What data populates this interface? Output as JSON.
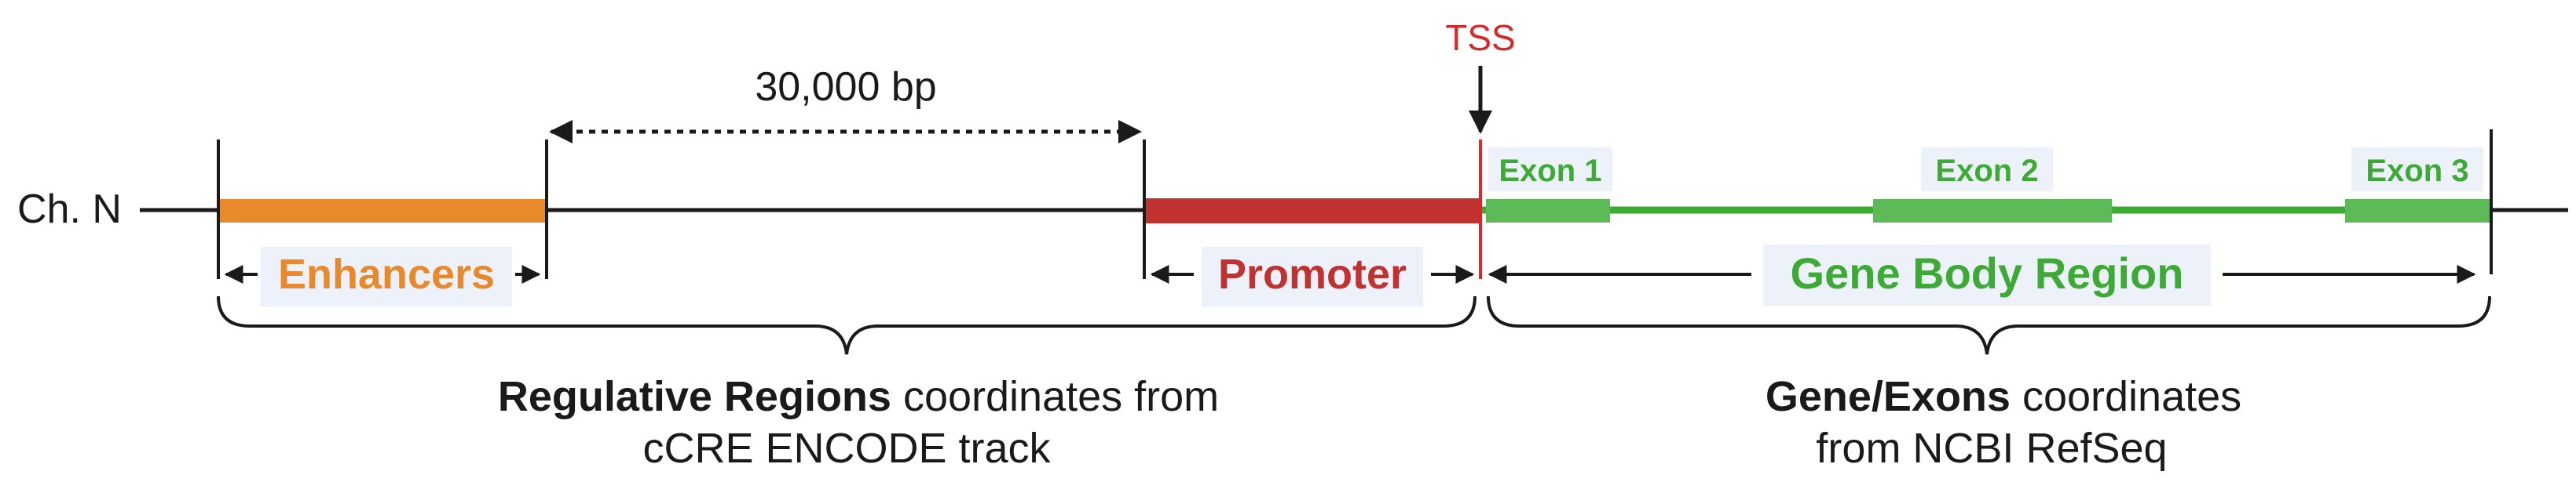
{
  "chromosome_label": "Ch. N",
  "distance_label": "30,000 bp",
  "tss_label": "TSS",
  "exons": [
    {
      "label": "Exon 1"
    },
    {
      "label": "Exon 2"
    },
    {
      "label": "Exon 3"
    }
  ],
  "regions": {
    "enhancers": "Enhancers",
    "promoter": "Promoter",
    "gene_body": "Gene Body Region"
  },
  "captions": {
    "regulatory": {
      "bold": "Regulative Regions",
      "rest_line1": " coordinates from",
      "line2": "cCRE ENCODE track"
    },
    "gene": {
      "bold": "Gene/Exons",
      "rest_line1": " coordinates",
      "line2": "from NCBI RefSeq"
    }
  },
  "colors": {
    "enhancer": "#E8892B",
    "promoter": "#C0312F",
    "gene": "#3DAA35",
    "exon": "#5DBB57",
    "tss": "#D42A2A",
    "label_bg": "#EDF2FA",
    "line": "#1a1a1a"
  }
}
